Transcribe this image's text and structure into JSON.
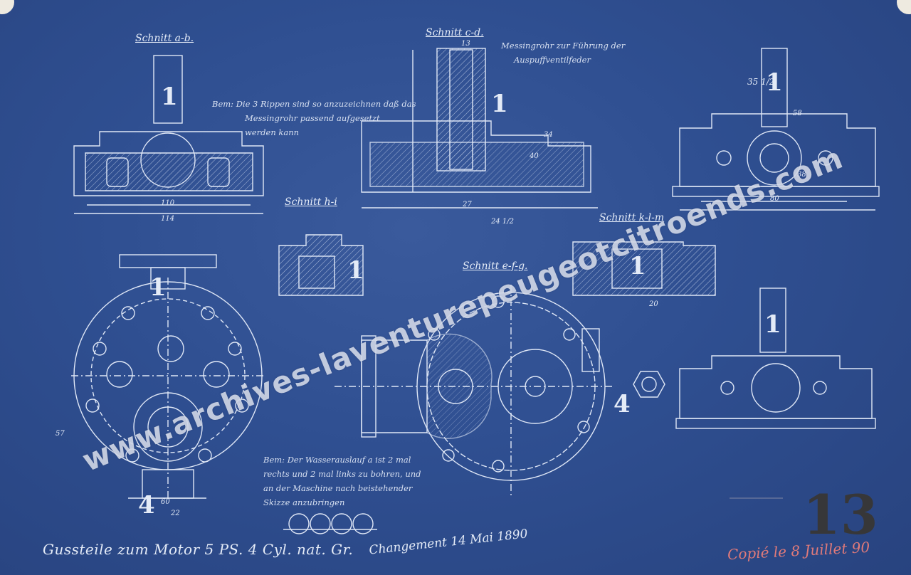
{
  "sections": {
    "ab": "Schnitt a-b.",
    "cd": "Schnitt c-d.",
    "hi": "Schnitt h-i",
    "efg": "Schnitt e-f-g.",
    "klm": "Schnitt k-l-m"
  },
  "notes": {
    "ribs": [
      "Bem: Die 3 Rippen sind so anzuzeichnen daß das",
      "Messingrohr passend aufgesetzt",
      "werden kann"
    ],
    "brass": [
      "Messingrohr zur Führung der",
      "Auspuffventilfeder"
    ],
    "water": [
      "Bem: Der Wasserauslauf a ist 2 mal",
      "rechts und 2 mal links zu bohren, und",
      "an der Maschine nach beistehender",
      "Skizze anzubringen"
    ]
  },
  "piece_marks": [
    "1",
    "1",
    "1",
    "1",
    "1",
    "1",
    "1",
    "4",
    "4"
  ],
  "dimensions": [
    "114",
    "110",
    "80",
    "34",
    "40",
    "27",
    "24 1/2",
    "20",
    "38",
    "58",
    "35 1/2",
    "60",
    "22",
    "57",
    "13"
  ],
  "title": "Gussteile zum Motor 5 PS. 4 Cyl. nat. Gr.",
  "signature_changed": "Changement 14 Mai 1890",
  "signature_copied": "Copié le 8 Juillet 90",
  "sheet_number": "13",
  "watermark": "www.archives-laventurepeugeotcitroends.com",
  "colors": {
    "paper": "#2f4f91",
    "lines": "#dfe7f6",
    "stamp": "#3a352c",
    "red_ink": "#e07a7a"
  }
}
